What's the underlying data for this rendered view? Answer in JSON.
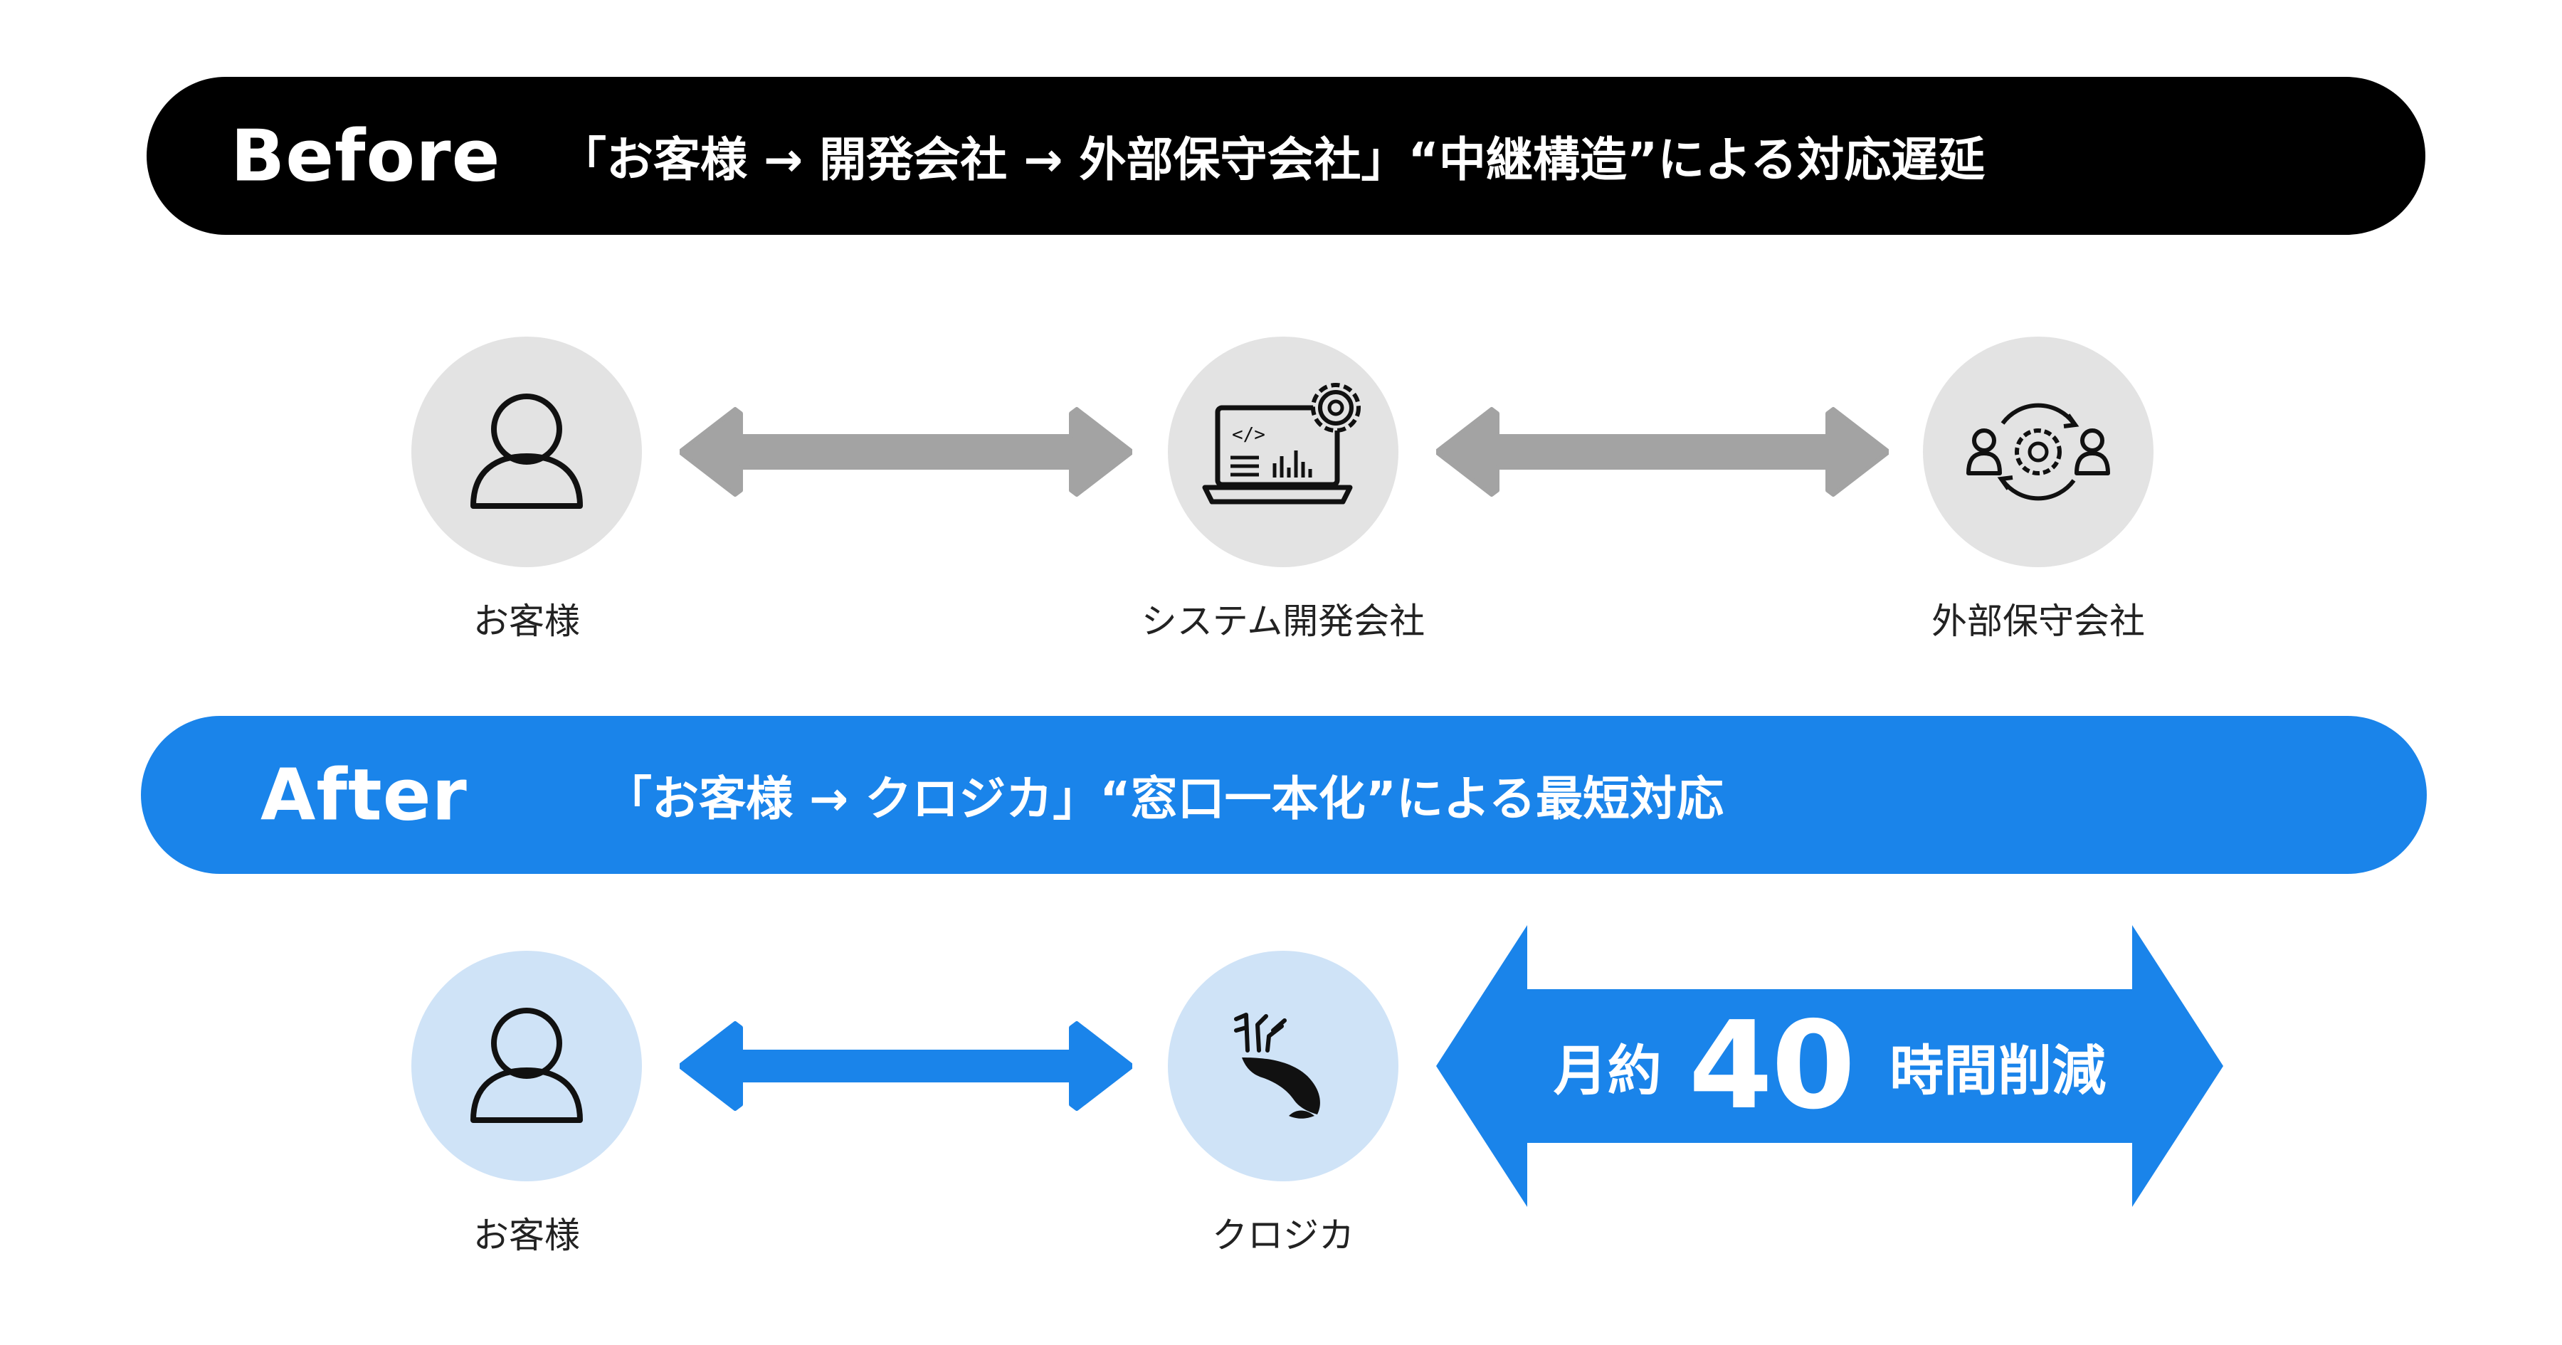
{
  "before": {
    "label": "Before",
    "text": "「お客様 → 開発会社 → 外部保守会社」“中継構造”による対応遅延",
    "nodes": [
      {
        "label": "お客様",
        "icon": "person-icon"
      },
      {
        "label": "システム開発会社",
        "icon": "laptop-code-gear-icon"
      },
      {
        "label": "外部保守会社",
        "icon": "people-gear-cycle-icon"
      }
    ],
    "colors": {
      "banner": "#000000",
      "circle": "#e3e3e3",
      "arrow": "#a3a3a3"
    }
  },
  "after": {
    "label": "After",
    "text": "「お客様 → クロジカ」“窓口一本化”による最短対応",
    "nodes": [
      {
        "label": "お客様",
        "icon": "person-icon"
      },
      {
        "label": "クロジカ",
        "icon": "deer-logo-icon"
      }
    ],
    "reduction": {
      "prefix": "月約",
      "number": "40",
      "suffix": "時間削減"
    },
    "colors": {
      "banner": "#1a84ea",
      "circle": "#cfe3f7",
      "arrow": "#1a84ea"
    }
  }
}
